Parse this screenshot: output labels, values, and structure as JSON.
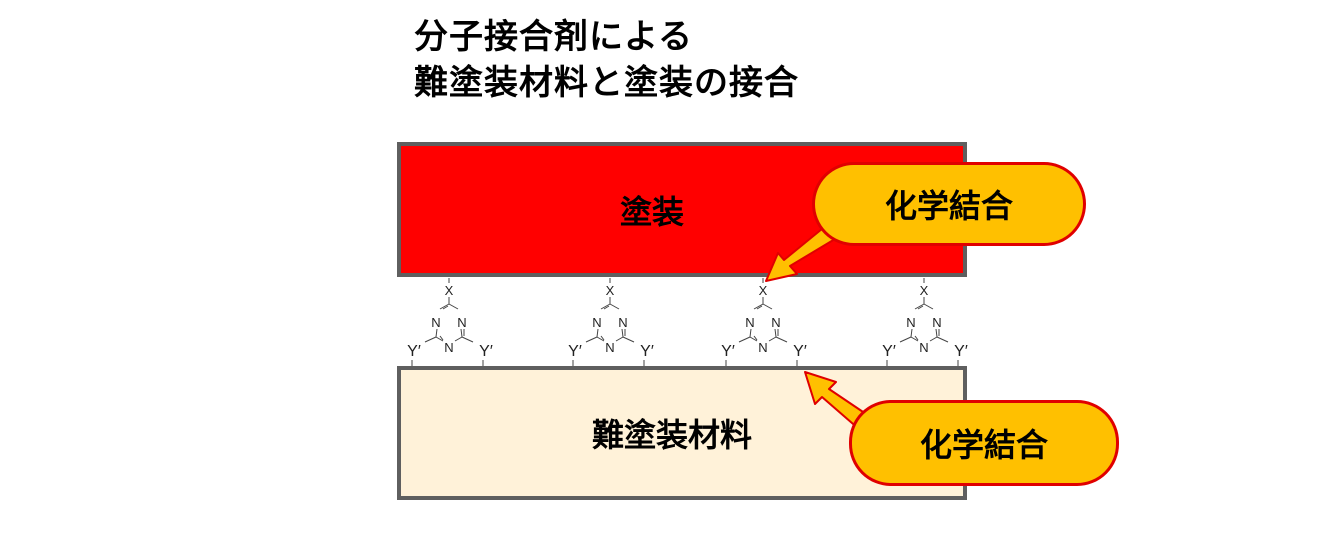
{
  "title": {
    "line1": "分子接合剤による",
    "line2": "難塗装材料と塗装の接合"
  },
  "layers": {
    "top_label": "塗装",
    "bottom_label": "難塗装材料"
  },
  "molecule": {
    "top_group": "X",
    "ring_atom": "N",
    "side_group": "Y′",
    "count": 4
  },
  "callouts": [
    {
      "label": "化学結合",
      "points_to": "塗装"
    },
    {
      "label": "化学結合",
      "points_to": "難塗装材料"
    }
  ],
  "colors": {
    "coating": "#ff0000",
    "substrate": "#fff2d9",
    "border": "#5f5f5f",
    "callout_fill": "#ffc000",
    "callout_border": "#e00000"
  }
}
